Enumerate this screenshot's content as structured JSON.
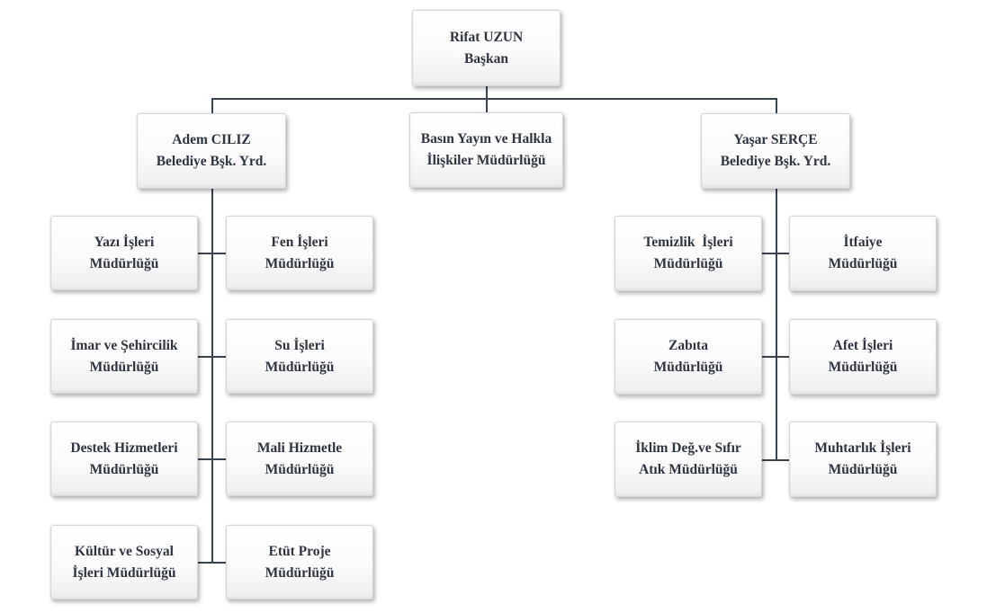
{
  "president": {
    "name": "Rifat UZUN",
    "title": "Başkan"
  },
  "press_office": {
    "line1": "Basın Yayın ve Halkla",
    "line2": "İlişkiler Müdürlüğü"
  },
  "deputy_left": {
    "name": "Adem CILIZ",
    "title": "Belediye Bşk. Yrd.",
    "units": [
      {
        "line1": "Yazı İşleri",
        "line2": "Müdürlüğü"
      },
      {
        "line1": "Fen İşleri",
        "line2": "Müdürlüğü"
      },
      {
        "line1": "İmar ve Şehircilik",
        "line2": "Müdürlüğü"
      },
      {
        "line1": "Su İşleri",
        "line2": "Müdürlüğü"
      },
      {
        "line1": "Destek Hizmetleri",
        "line2": "Müdürlüğü"
      },
      {
        "line1": "Mali Hizmetle",
        "line2": "Müdürlüğü"
      },
      {
        "line1": "Kültür ve Sosyal",
        "line2": "İşleri Müdürlüğü"
      },
      {
        "line1": "Etüt Proje",
        "line2": "Müdürlüğü"
      }
    ]
  },
  "deputy_right": {
    "name": "Yaşar SERÇE",
    "title": "Belediye Bşk. Yrd.",
    "units": [
      {
        "line1": "Temizlik  İşleri",
        "line2": "Müdürlüğü"
      },
      {
        "line1": "İtfaiye",
        "line2": "Müdürlüğü"
      },
      {
        "line1": "Zabıta",
        "line2": "Müdürlüğü"
      },
      {
        "line1": "Afet İşleri",
        "line2": "Müdürlüğü"
      },
      {
        "line1": "İklim Değ.ve Sıfır",
        "line2": "Atık Müdürlüğü"
      },
      {
        "line1": "Muhtarlık İşleri",
        "line2": "Müdürlüğü"
      }
    ]
  },
  "colors": {
    "connector": "#3a4350",
    "text": "#2f3540",
    "box_border": "#d6d6d6"
  }
}
